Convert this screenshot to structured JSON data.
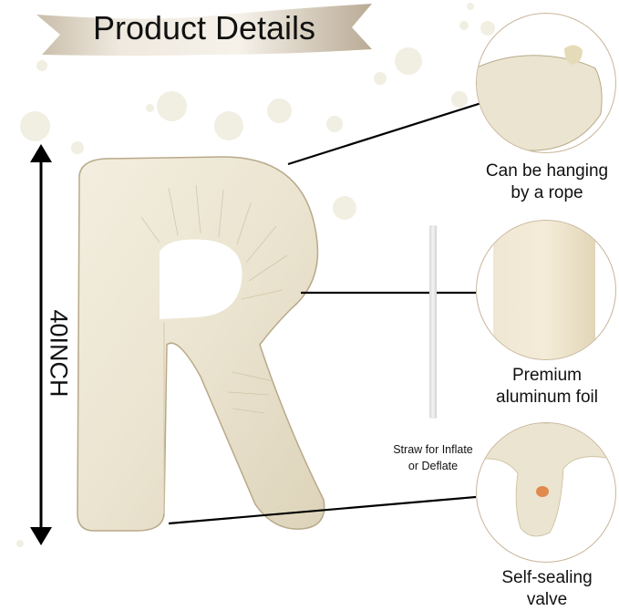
{
  "banner": {
    "title": "Product Details"
  },
  "dimension": {
    "label": "40INCH"
  },
  "product": {
    "letter": "R",
    "color": "#ebe4d0",
    "shadow_color": "#d8cdb2"
  },
  "callouts": [
    {
      "id": "hanging",
      "caption_line1": "Can be hanging",
      "caption_line2": "by a rope"
    },
    {
      "id": "foil",
      "caption_line1": "Premium",
      "caption_line2": "aluminum foil"
    },
    {
      "id": "valve",
      "caption_line1": "Self-sealing",
      "caption_line2": "valve"
    }
  ],
  "straw": {
    "caption_line1": "Straw for Inflate",
    "caption_line2": "or Deflate"
  },
  "colors": {
    "accent": "#c9b59a",
    "dots": "#f1eee2",
    "line": "#000000"
  }
}
